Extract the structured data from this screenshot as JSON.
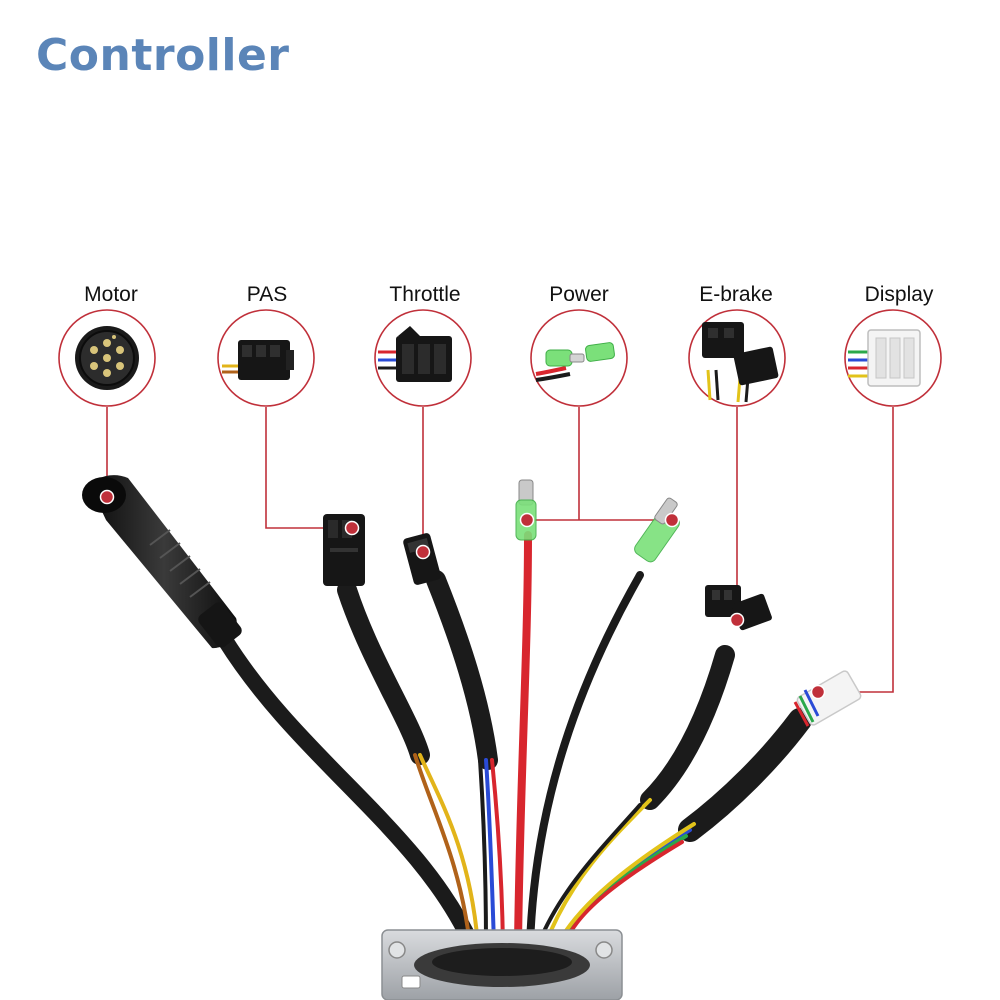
{
  "title": "Controller",
  "colors": {
    "title": "#5b85b8",
    "callout": "#c0303a",
    "cable": "#1b1b1b",
    "red_wire": "#d8262e",
    "green_terminal": "#7be07a",
    "metal_plate": "#b9bcc0",
    "white_connector": "#f2f2f2"
  },
  "connectors": [
    {
      "label": "Motor",
      "icon": "motor-connector-icon"
    },
    {
      "label": "PAS",
      "icon": "pas-connector-icon"
    },
    {
      "label": "Throttle",
      "icon": "throttle-connector-icon"
    },
    {
      "label": "Power",
      "icon": "power-terminal-icon"
    },
    {
      "label": "E-brake",
      "icon": "ebrake-connector-icon"
    },
    {
      "label": "Display",
      "icon": "display-connector-icon"
    }
  ]
}
